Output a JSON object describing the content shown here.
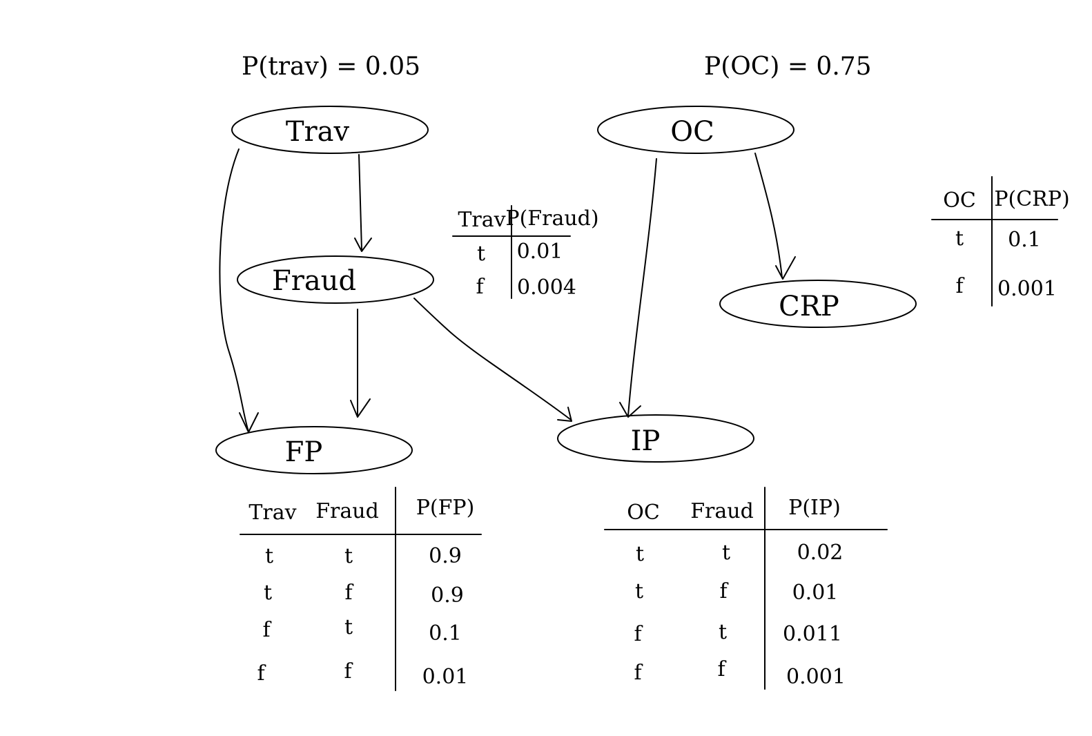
{
  "priors": {
    "trav": "P(trav) = 0.05",
    "oc": "P(OC) = 0.75"
  },
  "nodes": {
    "trav": "Trav",
    "fraud": "Fraud",
    "fp": "FP",
    "ip": "IP",
    "oc": "OC",
    "crp": "CRP"
  },
  "tables": {
    "fraud": {
      "headers": [
        "Trav",
        "P(Fraud)"
      ],
      "rows": [
        [
          "t",
          "0.01"
        ],
        [
          "f",
          "0.004"
        ]
      ]
    },
    "crp": {
      "headers": [
        "OC",
        "P(CRP)"
      ],
      "rows": [
        [
          "t",
          "0.1"
        ],
        [
          "f",
          "0.001"
        ]
      ]
    },
    "fp": {
      "headers": [
        "Trav",
        "Fraud",
        "P(FP)"
      ],
      "rows": [
        [
          "t",
          "t",
          "0.9"
        ],
        [
          "t",
          "f",
          "0.9"
        ],
        [
          "f",
          "t",
          "0.1"
        ],
        [
          "f",
          "f",
          "0.01"
        ]
      ]
    },
    "ip": {
      "headers": [
        "OC",
        "Fraud",
        "P(IP)"
      ],
      "rows": [
        [
          "t",
          "t",
          "0.02"
        ],
        [
          "t",
          "f",
          "0.01"
        ],
        [
          "f",
          "t",
          "0.011"
        ],
        [
          "f",
          "f",
          "0.001"
        ]
      ]
    }
  }
}
